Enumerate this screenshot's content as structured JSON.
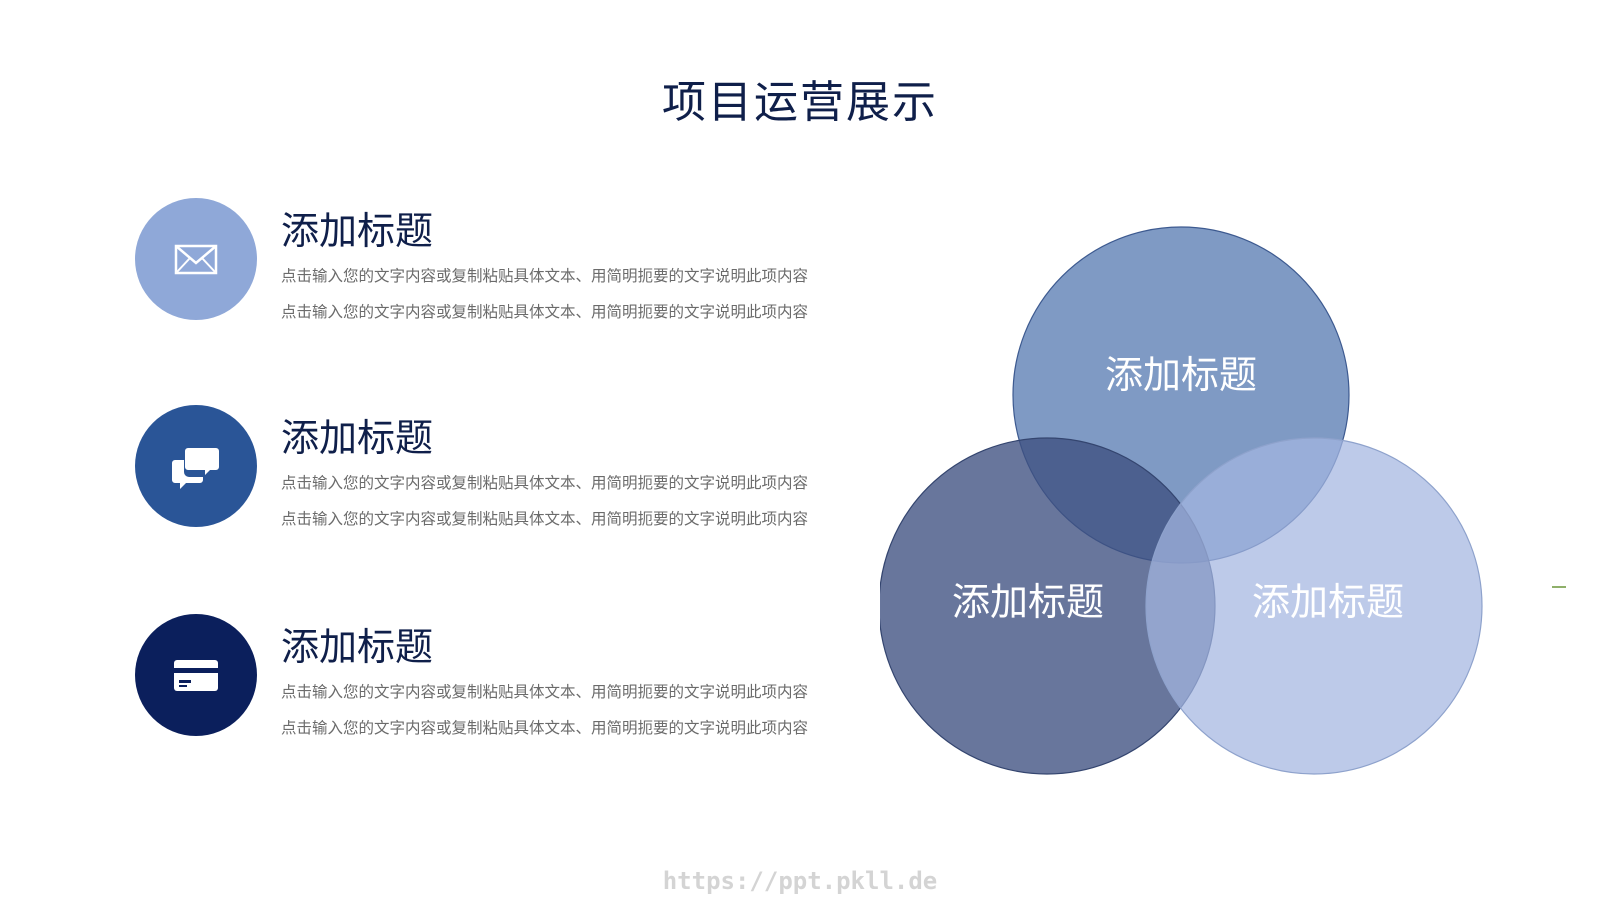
{
  "slide": {
    "title": "项目运营展示"
  },
  "items": [
    {
      "icon": "envelope-icon",
      "color": "#8fa8d8",
      "title": "添加标题",
      "desc_line1": "点击输入您的文字内容或复制粘贴具体文本、用简明扼要的文字说明此项内容",
      "desc_line2": "点击输入您的文字内容或复制粘贴具体文本、用简明扼要的文字说明此项内容"
    },
    {
      "icon": "chat-bubbles-icon",
      "color": "#2a5597",
      "title": "添加标题",
      "desc_line1": "点击输入您的文字内容或复制粘贴具体文本、用简明扼要的文字说明此项内容",
      "desc_line2": "点击输入您的文字内容或复制粘贴具体文本、用简明扼要的文字说明此项内容"
    },
    {
      "icon": "credit-card-icon",
      "color": "#0b1f5c",
      "title": "添加标题",
      "desc_line1": "点击输入您的文字内容或复制粘贴具体文本、用简明扼要的文字说明此项内容",
      "desc_line2": "点击输入您的文字内容或复制粘贴具体文本、用简明扼要的文字说明此项内容"
    }
  ],
  "venn": {
    "circles": [
      {
        "label": "添加标题",
        "color": "#5b7db3"
      },
      {
        "label": "添加标题",
        "color": "#3d5080"
      },
      {
        "label": "添加标题",
        "color": "#a3b6e0"
      }
    ]
  },
  "watermark": {
    "text": "https://ppt.pkll.de"
  }
}
